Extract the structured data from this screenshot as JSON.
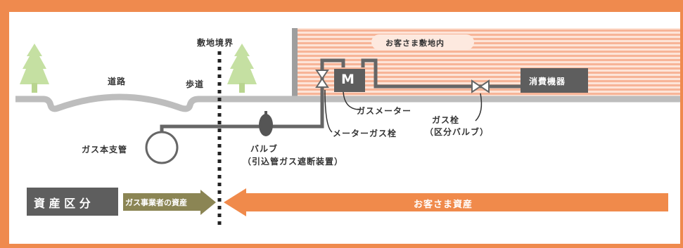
{
  "labels": {
    "boundary": "敷地境界",
    "premises": "お客さま敷地内",
    "road": "道路",
    "sidewalk": "歩道",
    "meter_box": "M",
    "appliance": "消費機器",
    "gas_meter": "ガスメーター",
    "gas_cock_line1": "ガス栓",
    "gas_cock_line2": "（区分バルブ）",
    "meter_gas_cock": "メーターガス栓",
    "main_pipe": "ガス本支管",
    "valve_line1": "バルブ",
    "valve_line2": "（引込管ガス遮断装置）",
    "asset_title": "資 産 区 分",
    "utility_assets": "ガス事業者の資産",
    "customer_assets": "お客さま資産"
  },
  "colors": {
    "frame": "#ef8a4e",
    "premises_stripe": "#f8b99b",
    "ground": "#bdbdbd",
    "pipe": "#666666",
    "tree": "#c5e0a2",
    "utility_arrow": "#8b8554",
    "customer_arrow": "#f08a4b",
    "dark_box": "#5e5e5e"
  }
}
